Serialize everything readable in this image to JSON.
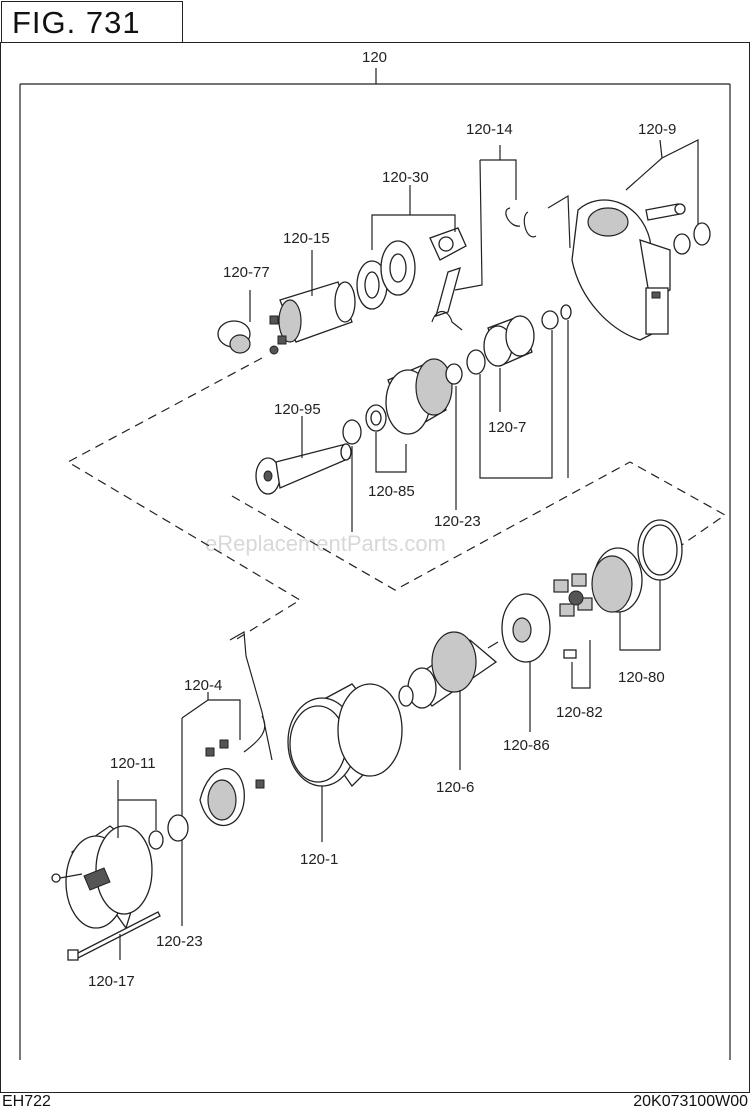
{
  "figure": {
    "title": "FIG. 731"
  },
  "footer": {
    "model": "EH722",
    "code": "20K073100W00"
  },
  "watermark": "eReplacementParts.com",
  "labels": {
    "p120": "120",
    "p120_14": "120-14",
    "p120_9": "120-9",
    "p120_30": "120-30",
    "p120_15": "120-15",
    "p120_77": "120-77",
    "p120_95": "120-95",
    "p120_7": "120-7",
    "p120_85": "120-85",
    "p120_23_top": "120-23",
    "p120_4": "120-4",
    "p120_80": "120-80",
    "p120_82": "120-82",
    "p120_86": "120-86",
    "p120_6": "120-6",
    "p120_11": "120-11",
    "p120_1": "120-1",
    "p120_23_bottom": "120-23",
    "p120_17": "120-17"
  }
}
